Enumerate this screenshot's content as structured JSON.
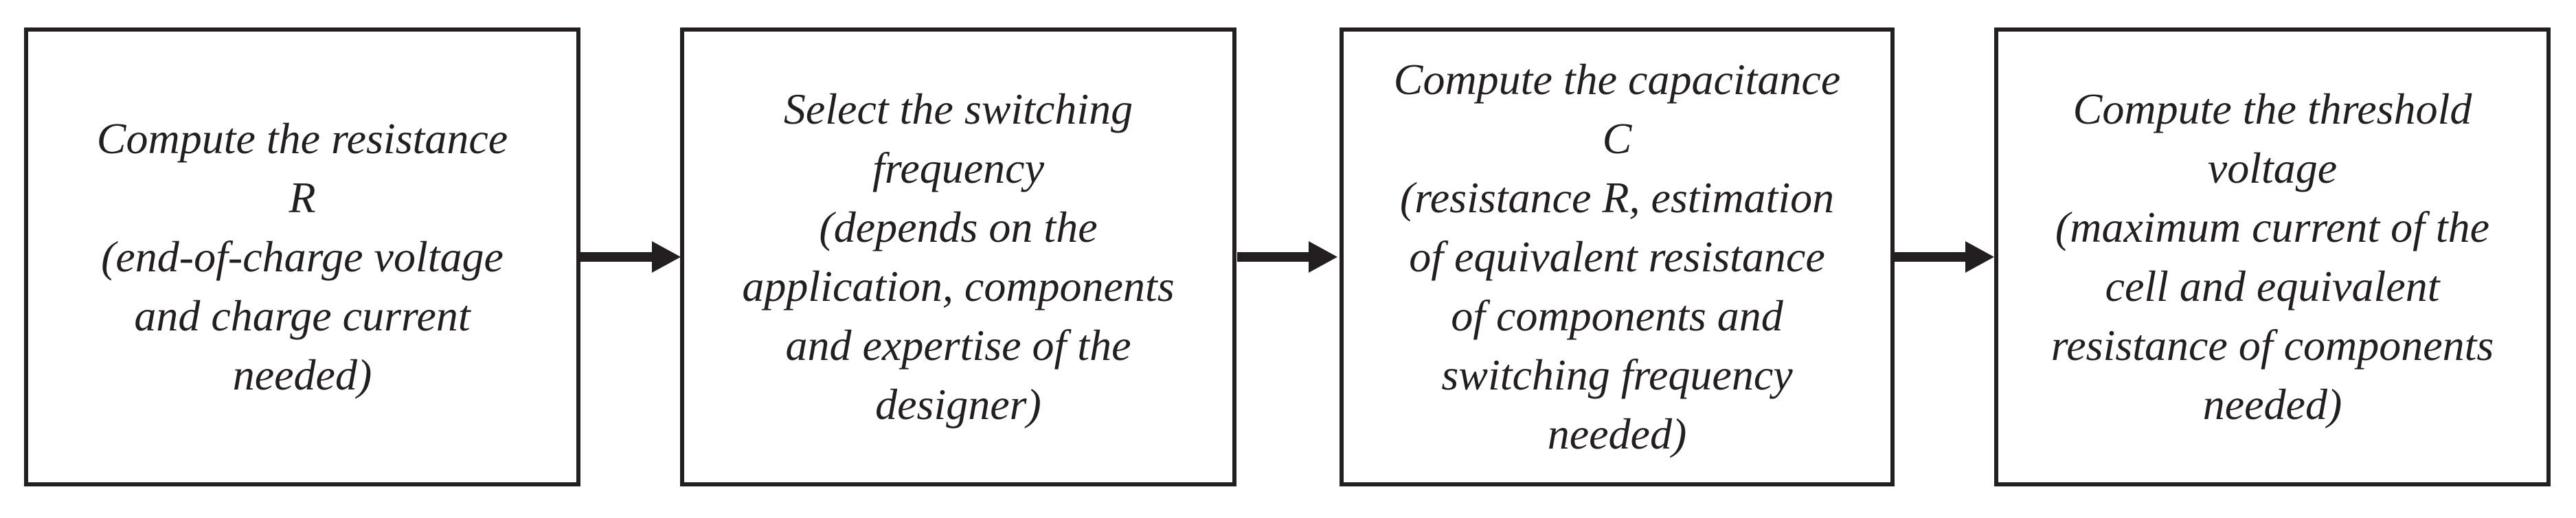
{
  "flowchart": {
    "description": "Design procedure flowchart with four sequential steps",
    "steps": [
      {
        "id": "compute-resistance",
        "label": "Compute the resistance\nR\n(end-of-charge voltage\nand charge current\nneeded)"
      },
      {
        "id": "select-switching-frequency",
        "label": "Select the switching\nfrequency\n(depends on the\napplication, components\nand expertise of the\ndesigner)"
      },
      {
        "id": "compute-capacitance",
        "label": "Compute the capacitance\nC\n(resistance R, estimation\nof equivalent resistance\nof components and\nswitching frequency\nneeded)"
      },
      {
        "id": "compute-threshold-voltage",
        "label": "Compute the threshold\nvoltage\n(maximum current of the\ncell and equivalent\nresistance of components\nneeded)"
      }
    ],
    "connectors": [
      {
        "from": "compute-resistance",
        "to": "select-switching-frequency",
        "type": "arrow-right"
      },
      {
        "from": "select-switching-frequency",
        "to": "compute-capacitance",
        "type": "arrow-right"
      },
      {
        "from": "compute-capacitance",
        "to": "compute-threshold-voltage",
        "type": "arrow-right"
      }
    ],
    "colors": {
      "ink": "#231f20",
      "background": "#ffffff"
    }
  }
}
